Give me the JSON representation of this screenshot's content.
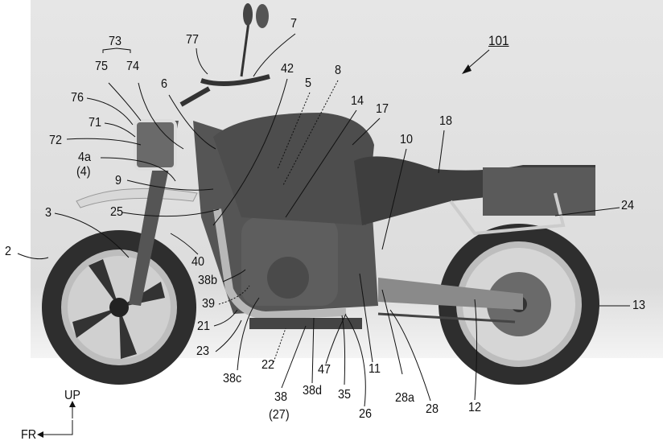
{
  "figure": {
    "reference": "101",
    "direction": {
      "up": "UP",
      "front": "FR"
    },
    "labels": {
      "l73": "73",
      "l75": "75",
      "l74": "74",
      "l77": "77",
      "l7": "7",
      "l42": "42",
      "l5": "5",
      "l8": "8",
      "l14": "14",
      "l17": "17",
      "l10": "10",
      "l18": "18",
      "l76": "76",
      "l6": "6",
      "l71": "71",
      "l72": "72",
      "l4a": "4a",
      "l4": "(4)",
      "l9": "9",
      "l25": "25",
      "l3": "3",
      "l24": "24",
      "l2": "2",
      "l40": "40",
      "l38b": "38b",
      "l39": "39",
      "l21": "21",
      "l23": "23",
      "l13": "13",
      "l22": "22",
      "l38c": "38c",
      "l38": "38",
      "l27": "(27)",
      "l38d": "38d",
      "l47": "47",
      "l35": "35",
      "l26": "26",
      "l11": "11",
      "l28a": "28a",
      "l28": "28",
      "l12": "12"
    }
  },
  "colors": {
    "background": "#e2e2e2",
    "body": "#4a4a4a",
    "tire": "#2c2c2c"
  }
}
